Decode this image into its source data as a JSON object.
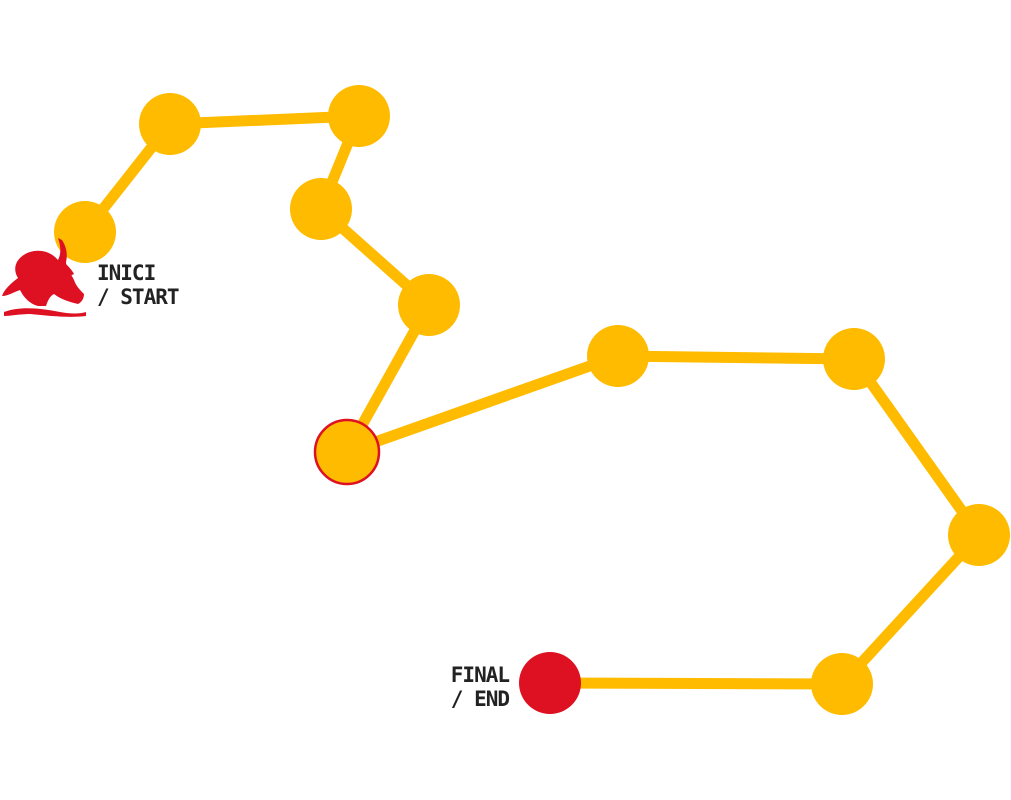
{
  "labels": {
    "start_line1": "INICI",
    "start_line2": "/ START",
    "end_line1": "FINAL",
    "end_line2": "/ END"
  },
  "stops": [
    {
      "name": "stop-1",
      "kind": "start"
    },
    {
      "name": "stop-2",
      "kind": "regular"
    },
    {
      "name": "stop-3",
      "kind": "regular"
    },
    {
      "name": "stop-4",
      "kind": "regular"
    },
    {
      "name": "stop-5",
      "kind": "regular"
    },
    {
      "name": "stop-6",
      "kind": "highlighted"
    },
    {
      "name": "stop-7",
      "kind": "regular"
    },
    {
      "name": "stop-8",
      "kind": "regular"
    },
    {
      "name": "stop-9",
      "kind": "regular"
    },
    {
      "name": "stop-10",
      "kind": "regular"
    },
    {
      "name": "stop-11",
      "kind": "end"
    }
  ],
  "icons": {
    "start": "elephant-icon"
  },
  "colors": {
    "route": "#FFBB00",
    "stop": "#FFBB00",
    "highlight_outline": "#DD1122",
    "end": "#DD1122",
    "elephant": "#DD1122",
    "label_text": "#222222"
  }
}
